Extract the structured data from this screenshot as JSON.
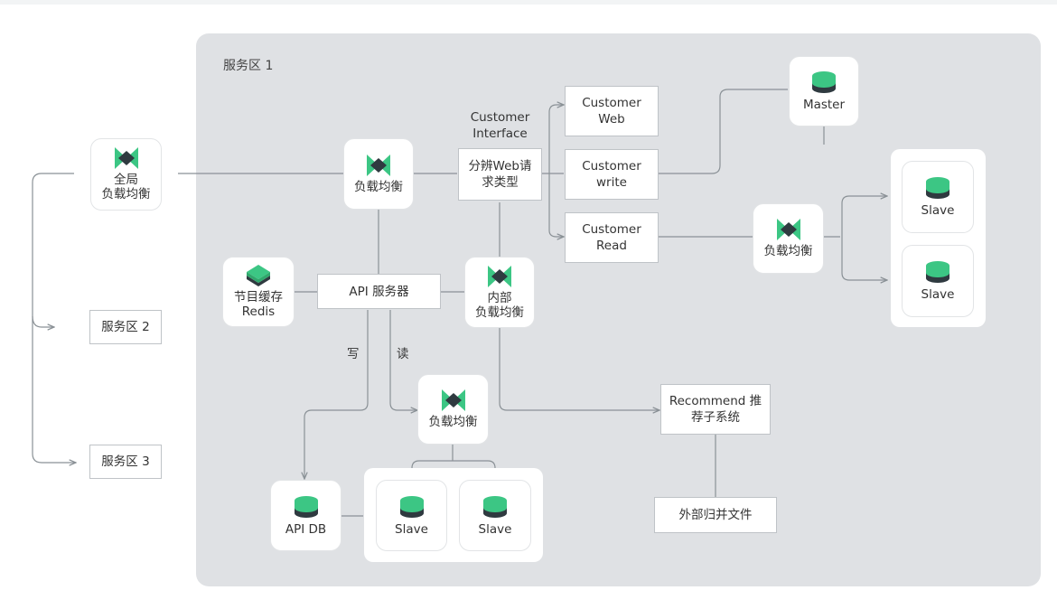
{
  "zone1_label": "服务区 1",
  "global_lb": {
    "label": "全局\n负载均衡",
    "icon": "load-balancer-icon"
  },
  "zone2_label": "服务区 2",
  "zone3_label": "服务区 3",
  "main_lb": {
    "label": "负载均衡",
    "icon": "load-balancer-icon"
  },
  "customer_interface_label": "Customer\nInterface",
  "web_request_router": "分辨Web请\n求类型",
  "customer_web": "Customer\nWeb",
  "customer_write": "Customer\nwrite",
  "customer_read": "Customer\nRead",
  "master": {
    "label": "Master",
    "icon": "database-icon"
  },
  "read_lb": {
    "label": "负载均衡",
    "icon": "load-balancer-icon"
  },
  "slave_top": {
    "label": "Slave",
    "icon": "database-icon"
  },
  "slave_bottom": {
    "label": "Slave",
    "icon": "database-icon"
  },
  "redis_cache": {
    "label": "节目缓存\nRedis",
    "icon": "cache-icon"
  },
  "api_server": "API 服务器",
  "internal_lb": {
    "label": "内部\n负载均衡",
    "icon": "load-balancer-icon"
  },
  "write_label": "写",
  "read_label": "读",
  "api_lb": {
    "label": "负载均衡",
    "icon": "load-balancer-icon"
  },
  "recommend_system": "Recommend 推\n荐子系统",
  "external_merge_file": "外部归并文件",
  "api_db": {
    "label": "API DB",
    "icon": "database-icon"
  },
  "api_slave_left": {
    "label": "Slave",
    "icon": "database-icon"
  },
  "api_slave_right": {
    "label": "Slave",
    "icon": "database-icon"
  },
  "colors": {
    "accent": "#3cc684",
    "dark": "#2f3a40",
    "zone": "#dfe1e4",
    "line": "#8a9196"
  }
}
